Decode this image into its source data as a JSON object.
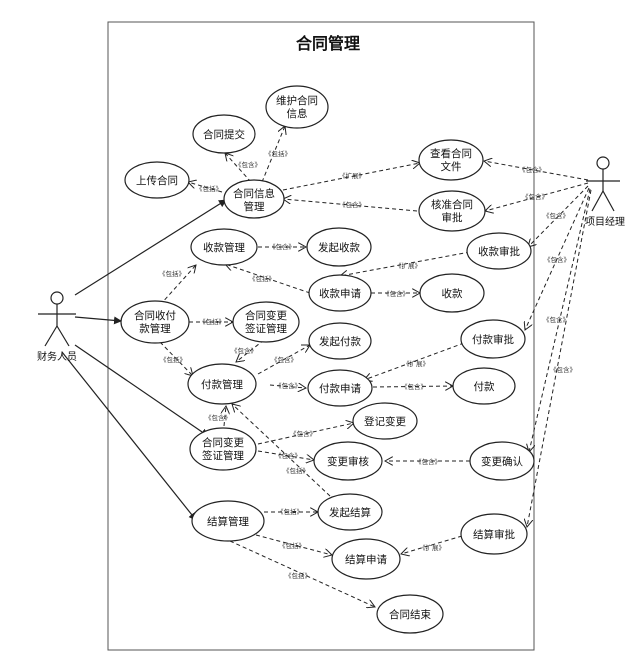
{
  "title": "合同管理",
  "actors": {
    "finance": "财务人员",
    "pm": "项目经理"
  },
  "usecases": {
    "upload": "上传合同",
    "submit": "合同提交",
    "maintain": [
      "维护合同",
      "信息"
    ],
    "info": [
      "合同信息",
      "管理"
    ],
    "view": [
      "查看合同",
      "文件"
    ],
    "approve": [
      "核准合同",
      "审批"
    ],
    "collect_mgmt": "收款管理",
    "initiate_collect": "发起收款",
    "collect_approve": "收款审批",
    "collect_apply": "收款申请",
    "collect": "收款",
    "pay_mgmt": [
      "合同收付",
      "款管理"
    ],
    "change_mgmt1": [
      "合同变更",
      "签证管理"
    ],
    "initiate_pay": "发起付款",
    "pay_approve": "付款审批",
    "payment_mgmt": "付款管理",
    "pay_apply": "付款申请",
    "pay": "付款",
    "register_change": "登记变更",
    "change_mgmt2": [
      "合同变更",
      "签证管理"
    ],
    "change_review": "变更审核",
    "change_confirm": "变更确认",
    "settle_mgmt": "结算管理",
    "initiate_settle": "发起结算",
    "settle_approve": "结算审批",
    "settle_apply": "结算申请",
    "contract_end": "合同结束"
  },
  "labels": {
    "include": "《包含》",
    "include_alt": "《包括》",
    "extend": "《扩展》"
  }
}
